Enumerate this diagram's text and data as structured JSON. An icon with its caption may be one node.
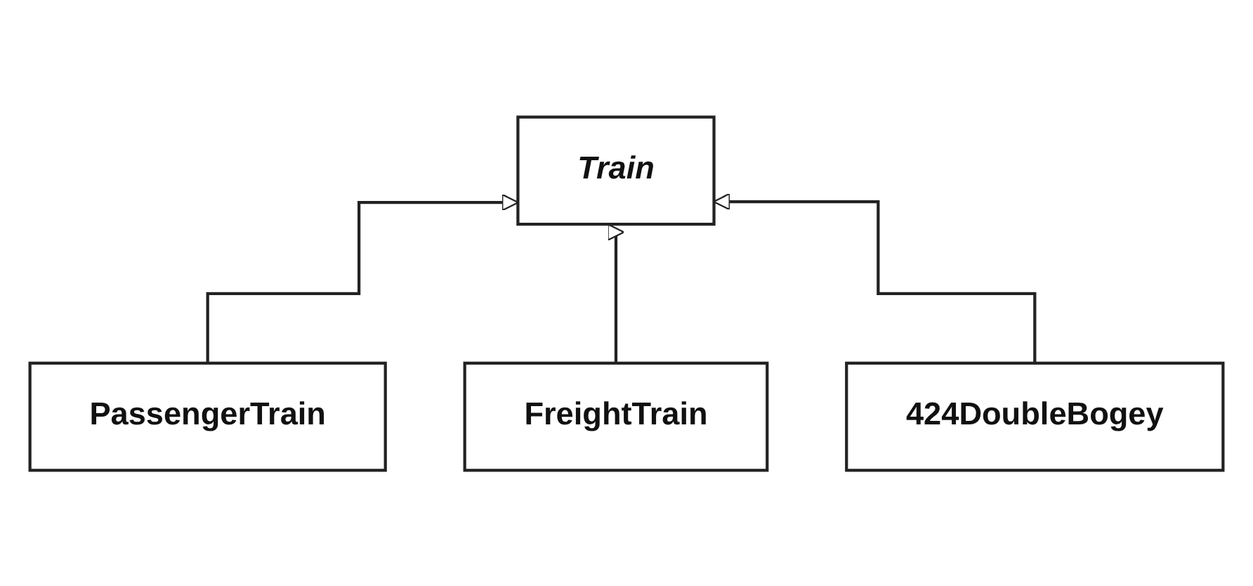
{
  "diagram": {
    "nodes": [
      {
        "text": [
          "Train"
        ]
      },
      {
        "text": [
          "PassengerTrain"
        ]
      },
      {
        "text": [
          "FreightTrain"
        ]
      },
      {
        "text": [
          "424DoubleBogey"
        ]
      }
    ],
    "edges": [
      {
        "from": 1,
        "to": 0,
        "arrow": "to"
      },
      {
        "from": 2,
        "to": 0,
        "arrow": "to"
      },
      {
        "from": 3,
        "to": 0,
        "arrow": "to"
      }
    ]
  }
}
